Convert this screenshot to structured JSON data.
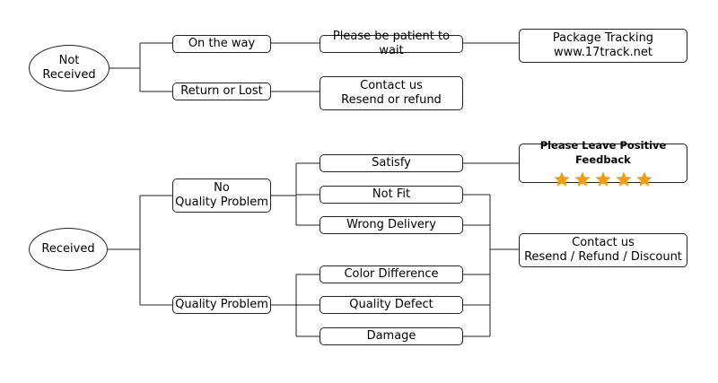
{
  "not_received": {
    "root": [
      "Not",
      "Received"
    ],
    "on_the_way": "On the way",
    "be_patient": "Please be patient to wait",
    "tracking": [
      "Package Tracking",
      "www.17track.net"
    ],
    "return_lost": "Return or Lost",
    "contact": [
      "Contact us",
      "Resend or refund"
    ]
  },
  "received": {
    "root": "Received",
    "no_quality": [
      "No",
      "Quality Problem"
    ],
    "quality": "Quality Problem",
    "satisfy": "Satisfy",
    "not_fit": "Not Fit",
    "wrong_delivery": "Wrong Delivery",
    "color_difference": "Color Difference",
    "quality_defect": "Quality Defect",
    "damage": "Damage",
    "feedback": "Please Leave Positive Feedback",
    "feedback_stars": 5,
    "contact": [
      "Contact us",
      "Resend / Refund / Discount"
    ]
  },
  "colors": {
    "star": "#f39c12",
    "line": "#222222"
  }
}
